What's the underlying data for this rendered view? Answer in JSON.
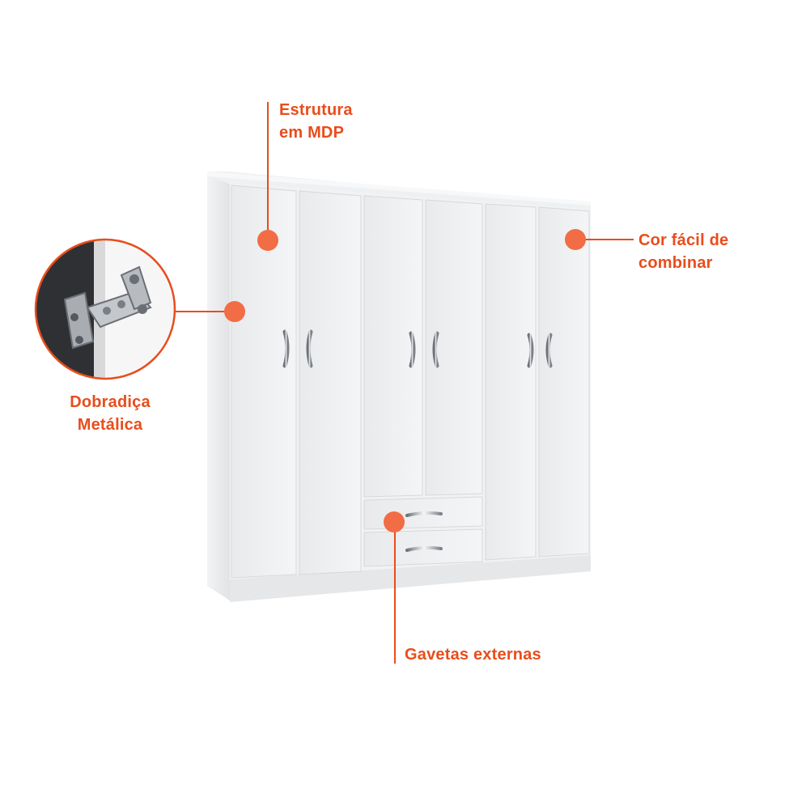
{
  "accent_color": "#e84d1c",
  "callouts": {
    "estrutura": "Estrutura\nem MDP",
    "cor": "Cor fácil de\ncombinar",
    "dobradica": "Dobradiça\nMetálica",
    "gavetas": "Gavetas externas"
  }
}
